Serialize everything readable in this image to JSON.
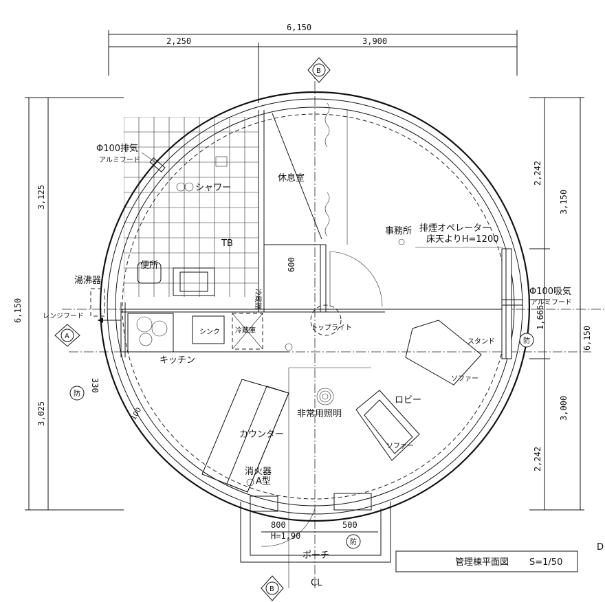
{
  "dimensions": {
    "top_total": "6,150",
    "top_left": "2,250",
    "top_right": "3,900",
    "left_total": "6,150",
    "left_upper": "3,125",
    "left_lower": "3,025",
    "right_total": "6,150",
    "right_upper": "3,150",
    "right_lower": "3,000",
    "right_upper_inner": "2,242",
    "right_lower_inner": "2,242",
    "right_mid": "1,666",
    "door_600": "600",
    "vent_330": "330",
    "wall_100": "100",
    "entry_800": "800",
    "entry_h": "H=1,90",
    "entry_500": "500"
  },
  "rooms": {
    "rest": "休息室",
    "shower": "シャワー",
    "toilet": "便所",
    "water_heater": "湯沸器",
    "range_hood": "レンジフード",
    "kitchen": "キッチン",
    "sink": "シンク",
    "fridge": "冷蔵庫",
    "cold_storage": "冷蔵棚",
    "office": "事務所",
    "lobby": "ロビー",
    "counter": "カウンター",
    "porch": "ポーチ",
    "sofa_1": "ソファー",
    "sofa_2": "ソファー",
    "stand": "スタンド",
    "top_light": "トップライト",
    "emergency_light": "非常用照明",
    "extinguisher_1": "消火器",
    "extinguisher_2": "A型"
  },
  "notes": {
    "exhaust": "Φ100排気",
    "exhaust_hood": "アルミフード",
    "intake": "Φ100吸気",
    "intake_hood": "アルミフード",
    "smoke_operator": "排煙オペレーター",
    "smoke_height": "床天よりH=1200",
    "tb": "TB",
    "fire_mark": "防",
    "section_a": "A",
    "section_b": "B",
    "centerline": "CL",
    "edge_d": "D"
  },
  "title_block": {
    "title": "管理棟平面図",
    "scale": "S=1/50"
  }
}
